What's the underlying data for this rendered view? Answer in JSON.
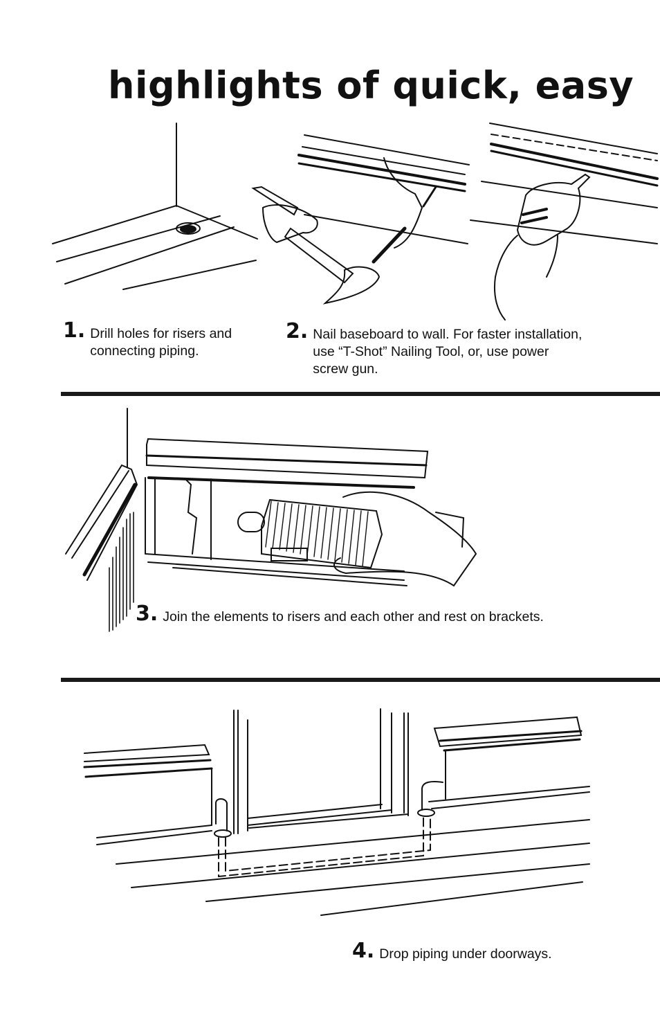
{
  "page": {
    "title": "highlights of quick, easy"
  },
  "steps": [
    {
      "number": "1.",
      "text_lines": [
        "Drill holes for risers and",
        "connecting piping."
      ]
    },
    {
      "number": "2.",
      "text_lines": [
        "Nail baseboard to wall. For faster installation,",
        "use “T-Shot” Nailing Tool, or, use power",
        "screw gun."
      ]
    },
    {
      "number": "3.",
      "text_lines": [
        "Join the elements to risers and each other and rest on brackets."
      ]
    },
    {
      "number": "4.",
      "text_lines": [
        "Drop piping under doorways."
      ]
    }
  ],
  "illustrations": {
    "hole_icon": "drilled-hole-icon",
    "hammer_icon": "hammer-icon",
    "drill_icon": "power-drill-icon",
    "element_icon": "finned-element-icon",
    "doorway_icon": "doorway-piping-icon"
  }
}
